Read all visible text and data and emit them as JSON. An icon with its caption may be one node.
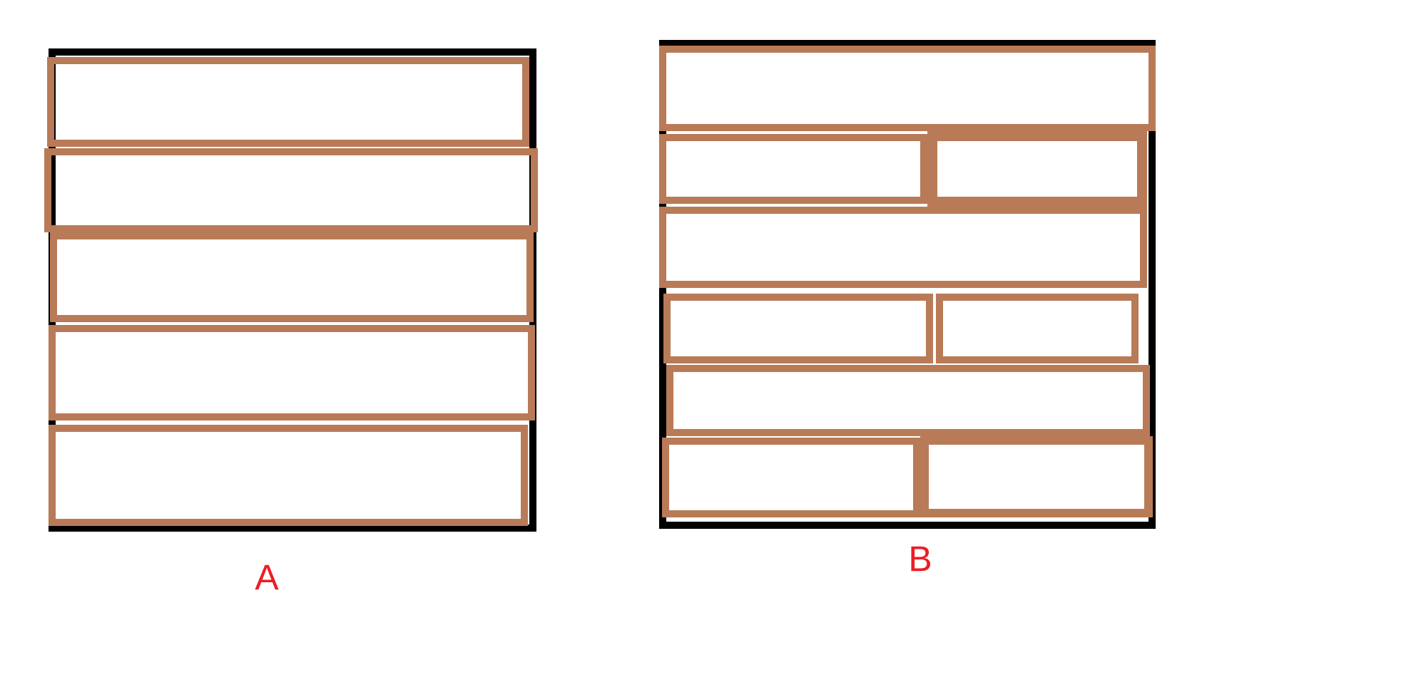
{
  "diagram": {
    "nodes": [
      {
        "text": [],
        "shape": "box",
        "beside": [
          "A"
        ]
      },
      {
        "text": [],
        "shape": "box",
        "in": 0
      },
      {
        "text": [],
        "shape": "box",
        "in": 0
      },
      {
        "text": [],
        "shape": "box",
        "in": 0
      },
      {
        "text": [],
        "shape": "box",
        "in": 0
      },
      {
        "text": [],
        "shape": "box",
        "in": 0
      },
      {
        "text": [],
        "shape": "box",
        "beside": [
          "B"
        ]
      },
      {
        "text": [],
        "shape": "box",
        "in": 6
      },
      {
        "text": [],
        "shape": "box",
        "in": 6
      },
      {
        "text": [],
        "shape": "box",
        "in": 6
      },
      {
        "text": [],
        "shape": "box",
        "in": 6
      },
      {
        "text": [],
        "shape": "box",
        "in": 6
      },
      {
        "text": [],
        "shape": "box",
        "in": 6
      },
      {
        "text": [],
        "shape": "box",
        "in": 6
      },
      {
        "text": [],
        "shape": "box",
        "in": 6
      },
      {
        "text": [],
        "shape": "box",
        "in": 6
      }
    ]
  }
}
